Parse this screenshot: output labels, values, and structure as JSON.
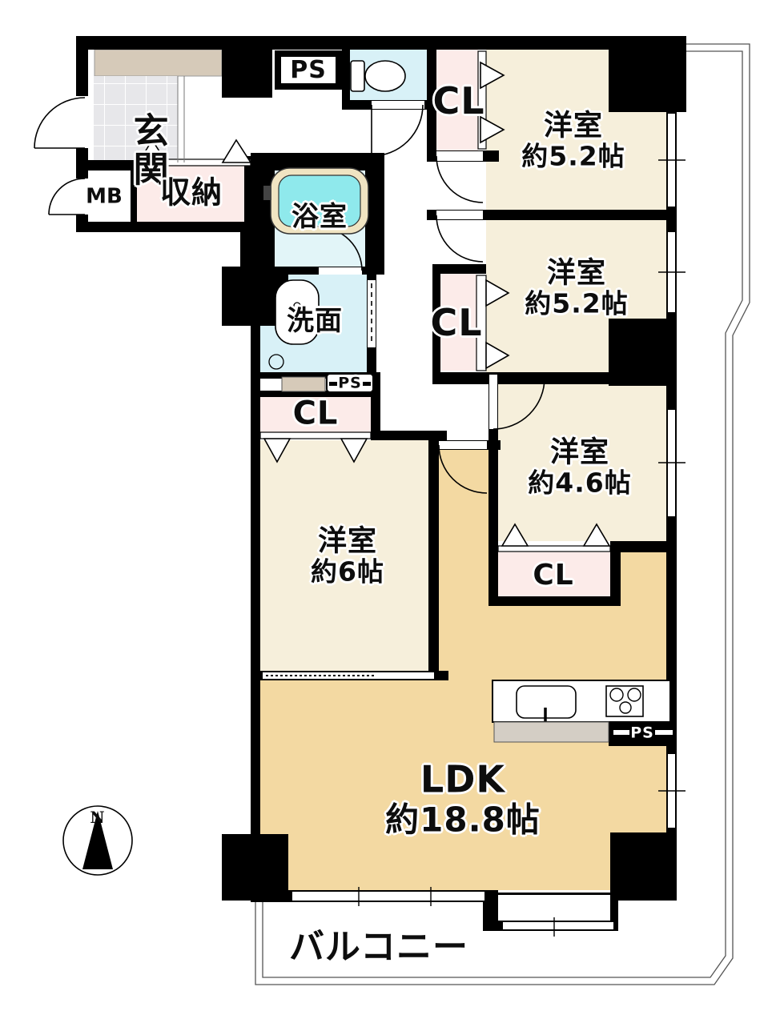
{
  "labels": {
    "genkan": "玄関",
    "mb": "MB",
    "shunou": "収納",
    "ps_top": "PS",
    "cl_top": "CL",
    "bedroom1": {
      "name": "洋室",
      "size": "約5.2帖"
    },
    "bath": "浴室",
    "washroom": "洗面",
    "cl_mid": "CL",
    "bedroom2": {
      "name": "洋室",
      "size": "約5.2帖"
    },
    "ps_small": "PS",
    "cl_hall": "CL",
    "bedroom3": {
      "name": "洋室",
      "size": "約4.6帖"
    },
    "cl_ldk": "CL",
    "bedroom4": {
      "name": "洋室",
      "size": "約6帖"
    },
    "ldk": {
      "name": "LDK",
      "size": "約18.8帖"
    },
    "ps_kitchen": "PS",
    "balcony": "バルコニー",
    "compass_north": "N"
  },
  "colors": {
    "wall": "#000000",
    "room_cream": "#f6efdb",
    "ldk_tan": "#f3d9a2",
    "closet_pink": "#fcebe9",
    "wet_cyan": "#d8f1f7",
    "bath_cyan": "#e2f5f8",
    "tub_water": "#8fe9ec",
    "tub_rim": "#f0e4c2",
    "tile_gray": "#e7e7ea",
    "cabinet_taupe": "#d6cab9",
    "counter_gray": "#d4cec5"
  }
}
